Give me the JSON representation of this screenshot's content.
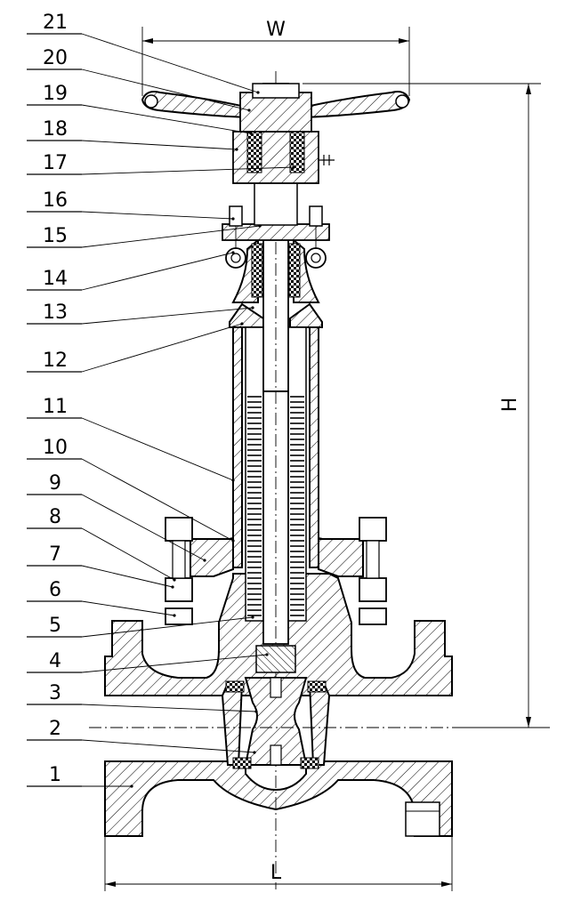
{
  "drawing": {
    "part_numbers": [
      "21",
      "20",
      "19",
      "18",
      "17",
      "16",
      "15",
      "14",
      "13",
      "12",
      "11",
      "10",
      "9",
      "8",
      "7",
      "6",
      "5",
      "4",
      "3",
      "2",
      "1"
    ],
    "dimensions": {
      "width": "W",
      "height": "H",
      "length": "L"
    }
  }
}
